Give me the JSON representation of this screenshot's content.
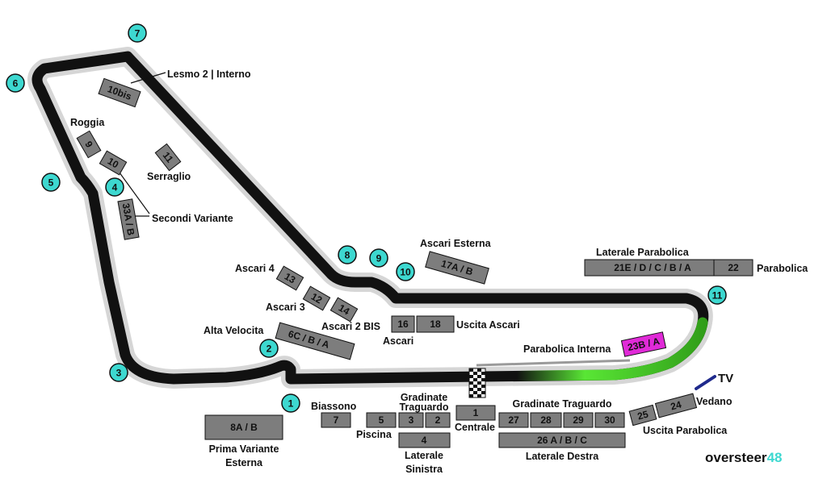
{
  "colors": {
    "track": "#111111",
    "track_outline": "#d6d6d6",
    "turn_marker": "#3dd8d0",
    "stand": "#7d7d7d",
    "stand_highlight": "#e02ad7",
    "green_section": "#59e635",
    "tv_line": "#1f2a8c"
  },
  "turns": [
    "1",
    "2",
    "3",
    "4",
    "5",
    "6",
    "7",
    "8",
    "9",
    "10",
    "11"
  ],
  "stands": [
    "10bis",
    "9",
    "10",
    "11",
    "33A / B",
    "13",
    "12",
    "14",
    "6C / B / A",
    "16",
    "18",
    "17A / B",
    "21E / D / C / B / A",
    "22",
    "23B / A",
    "8A / B",
    "7",
    "5",
    "3",
    "2",
    "4",
    "1",
    "27",
    "28",
    "29",
    "30",
    "26 A / B / C",
    "25",
    "24"
  ],
  "labels": {
    "lesmo2": "Lesmo 2 | Interno",
    "roggia": "Roggia",
    "serraglio": "Serraglio",
    "secondi_variante": "Secondi Variante",
    "ascari4": "Ascari 4",
    "ascari3": "Ascari 3",
    "ascari2bis": "Ascari 2 BIS",
    "alta_velocita": "Alta Velocita",
    "ascari": "Ascari",
    "uscita_ascari": "Uscita Ascari",
    "ascari_esterna": "Ascari Esterna",
    "laterale_parabolica": "Laterale Parabolica",
    "parabolica": "Parabolica",
    "parabolica_interna": "Parabolica Interna",
    "tv": "TV",
    "vedano": "Vedano",
    "uscita_parabolica": "Uscita Parabolica",
    "biassono": "Biassono",
    "piscina": "Piscina",
    "gradinate_traguardo_1": "Gradinate",
    "gradinate_traguardo_2": "Traguardo",
    "centrale": "Centrale",
    "gradinate_traguardo": "Gradinate Traguardo",
    "laterale_destra": "Laterale Destra",
    "laterale_sinistra_1": "Laterale",
    "laterale_sinistra_2": "Sinistra",
    "prima_variante_1": "Prima Variante",
    "prima_variante_2": "Esterna"
  },
  "logo": {
    "part1": "oversteer",
    "part2": "48"
  }
}
